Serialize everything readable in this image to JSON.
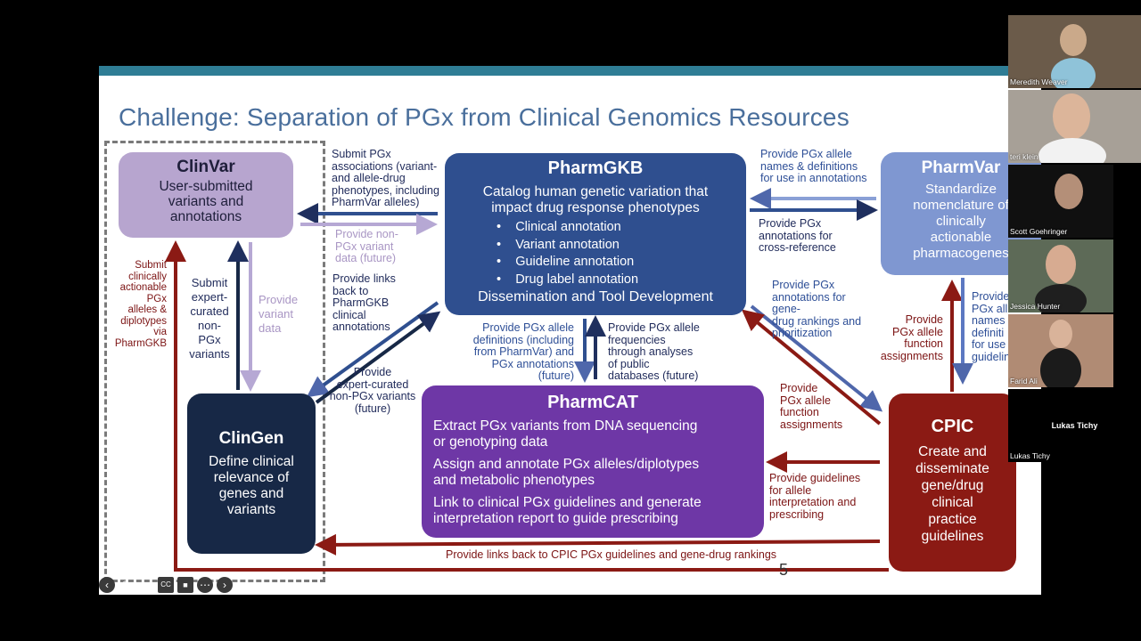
{
  "slide": {
    "title": "Challenge: Separation of PGx from Clinical Genomics Resources",
    "page_number": "5"
  },
  "boxes": {
    "clinvar": {
      "title": "ClinVar",
      "body": [
        "User-submitted",
        "variants and",
        "annotations"
      ]
    },
    "pharmgkb": {
      "title": "PharmGKB",
      "body": [
        "Catalog human genetic variation that",
        "impact drug response phenotypes"
      ],
      "bullets": [
        "Clinical annotation",
        "Variant annotation",
        "Guideline annotation",
        "Drug label annotation"
      ],
      "footer": "Dissemination and Tool Development"
    },
    "pharmvar": {
      "title": "PharmVar",
      "body": [
        "Standardize",
        "nomenclature of",
        "clinically",
        "actionable",
        "pharmacogenes"
      ]
    },
    "clingen": {
      "title": "ClinGen",
      "body": [
        "Define clinical",
        "relevance of",
        "genes and",
        "variants"
      ]
    },
    "pharmcat": {
      "title": "PharmCAT",
      "items": [
        [
          "Extract PGx variants from DNA sequencing",
          "or genotyping data"
        ],
        [
          "Assign and annotate PGx alleles/diplotypes",
          "and metabolic phenotypes"
        ],
        [
          "Link to clinical PGx guidelines and generate",
          "interpretation report to guide prescribing"
        ]
      ]
    },
    "cpic": {
      "title": "CPIC",
      "body": [
        "Create and",
        "disseminate",
        "gene/drug",
        "clinical",
        "practice",
        "guidelines"
      ]
    }
  },
  "labels": {
    "submit_assoc": [
      "Submit PGx",
      "associations (variant-",
      "and allele-drug",
      "phenotypes, including",
      "PharmVar alleles)"
    ],
    "provide_nonpgx": [
      "Provide non-",
      "PGx variant",
      "data (future)"
    ],
    "provide_links_pharmgkb": [
      "Provide links",
      "back to",
      "PharmGKB",
      "clinical",
      "annotations"
    ],
    "submit_clinical": [
      "Submit",
      "clinically",
      "actionable",
      "PGx",
      "alleles &",
      "diplotypes",
      "via",
      "PharmGKB"
    ],
    "submit_expert": [
      "Submit",
      "expert-",
      "curated",
      "non-",
      "PGx",
      "variants"
    ],
    "provide_variant": [
      "Provide",
      "variant",
      "data"
    ],
    "provide_expert": [
      "Provide",
      "expert-curated",
      "non-PGx variants",
      "(future)"
    ],
    "provide_allele_defs": [
      "Provide PGx allele",
      "definitions (including",
      "from PharmVar) and",
      "PGx annotations",
      "(future)"
    ],
    "provide_allele_freq": [
      "Provide PGx allele",
      "frequencies",
      "through analyses",
      "of public",
      "databases (future)"
    ],
    "provide_names": [
      "Provide PGx allele",
      "names & definitions",
      "for use in annotations"
    ],
    "provide_crossref": [
      "Provide PGx",
      "annotations for",
      "cross-reference"
    ],
    "provide_rankings": [
      "Provide PGx",
      "annotations for",
      "gene-",
      "drug rankings and",
      "prioritization"
    ],
    "provide_func_left": [
      "Provide",
      "PGx allele",
      "function",
      "assignments"
    ],
    "provide_func_right": [
      "Provide",
      "PGx allele",
      "function",
      "assignments"
    ],
    "provide_guidelines": [
      "Provide guidelines",
      "for allele",
      "interpretation and",
      "prescribing"
    ],
    "provide_names_cpic": [
      "Provide",
      "PGx all",
      "names",
      "definiti",
      "for use",
      "guidelin"
    ],
    "provide_links_cpic": "Provide links back to CPIC PGx guidelines and gene-drug rankings"
  },
  "toolbar": [
    "back-icon",
    "pen-icon",
    "zoom-icon",
    "cc-icon",
    "camera-icon",
    "more-icon",
    "forward-icon"
  ],
  "participants": [
    {
      "name": "Meredith Weaver"
    },
    {
      "name": "teri klein"
    },
    {
      "name": "Scott Goehringer"
    },
    {
      "name": "Jessica Hunter"
    },
    {
      "name": "Farid Ali"
    },
    {
      "name": "Lukas Tichy",
      "center_label": "Lukas Tichy"
    }
  ],
  "colors": {
    "clinvar": "#b7a5cf",
    "pharmgkb": "#2f4f8f",
    "pharmvar": "#7f97d1",
    "clingen": "#172846",
    "pharmcat": "#6e37a6",
    "cpic": "#8b1a14",
    "arrow_navy": "#1f2f5e",
    "arrow_blue": "#4f67ab",
    "arrow_lav": "#b6a8d4",
    "arrow_red": "#8b1a14"
  }
}
